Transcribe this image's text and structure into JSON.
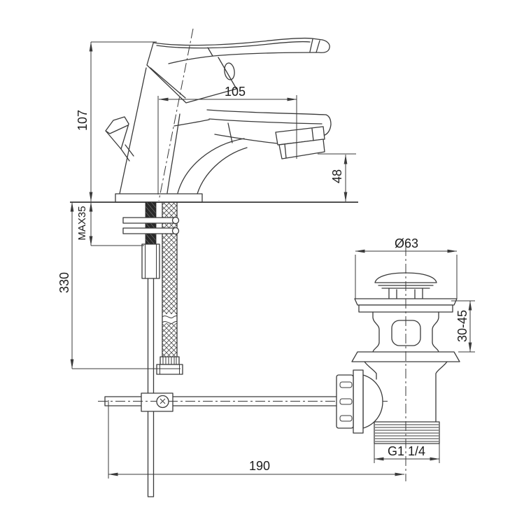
{
  "page": {
    "background": "#ffffff",
    "line_color": "#3a3a3a"
  },
  "drawing": {
    "dimensions": {
      "total_height": "107",
      "spout_reach": "105",
      "spout_height": "48",
      "max_deck_thickness": "MAX35",
      "hose_drop": "330",
      "waste_cap_diameter": "Ø63",
      "waste_deck_range": "30-45",
      "waste_thread": "G1 1/4",
      "rod_reach": "190"
    }
  }
}
